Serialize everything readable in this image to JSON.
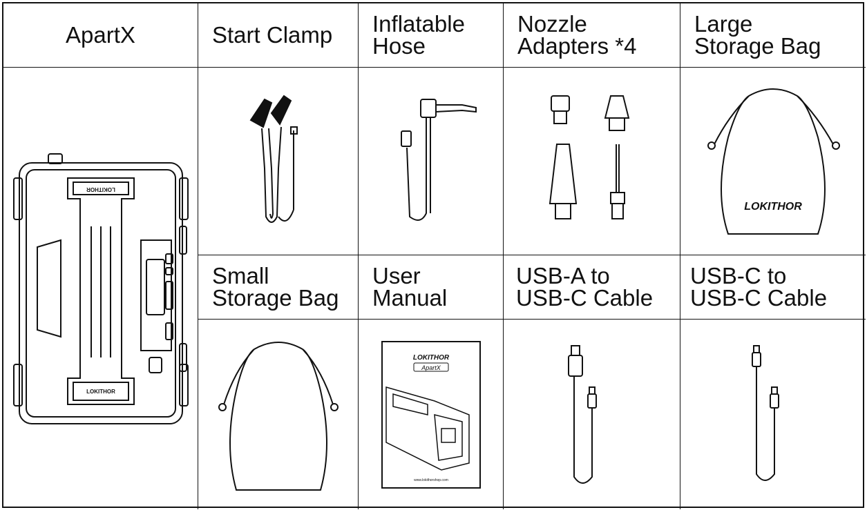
{
  "headers": {
    "apartx": "ApartX",
    "start_clamp": "Start Clamp",
    "inflatable_hose": "Inflatable\nHose",
    "nozzle_adapters": "Nozzle\nAdapters *4",
    "large_storage_bag": "Large\nStorage Bag",
    "small_storage_bag": "Small\nStorage Bag",
    "user_manual": "User\nManual",
    "usb_a_to_c": "USB-A to\nUSB-C Cable",
    "usb_c_to_c": "USB-C to\nUSB-C Cable"
  },
  "brand": {
    "logo_text": "LOKITHOR",
    "manual_product": "ApartX",
    "manual_url": "www.lokithorshop.com"
  },
  "colors": {
    "line": "#111111",
    "background": "#ffffff"
  }
}
